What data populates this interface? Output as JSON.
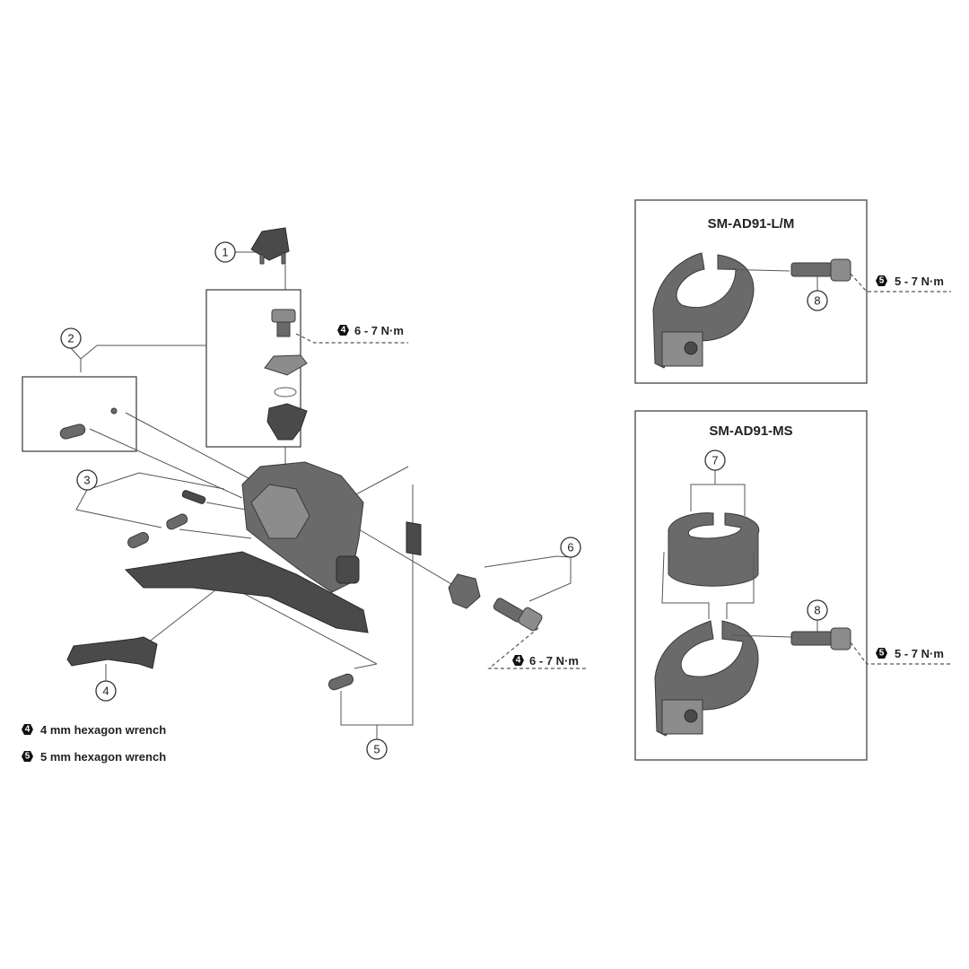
{
  "callouts": {
    "c1": "1",
    "c2": "2",
    "c3": "3",
    "c4": "4",
    "c5": "5",
    "c6": "6",
    "c7": "7",
    "c8a": "8",
    "c8b": "8"
  },
  "torque": {
    "upper": {
      "tool": "4",
      "value": "6 - 7 N·m"
    },
    "lower": {
      "tool": "4",
      "value": "6 - 7 N·m"
    },
    "adapter_lm": {
      "tool": "5",
      "value": "5 - 7 N·m"
    },
    "adapter_ms": {
      "tool": "5",
      "value": "5 - 7 N·m"
    }
  },
  "adapters": {
    "lm_title": "SM-AD91-L/M",
    "ms_title": "SM-AD91-MS"
  },
  "legend": [
    {
      "tool": "4",
      "label": "4 mm hexagon wrench"
    },
    {
      "tool": "5",
      "label": "5 mm hexagon wrench"
    }
  ]
}
